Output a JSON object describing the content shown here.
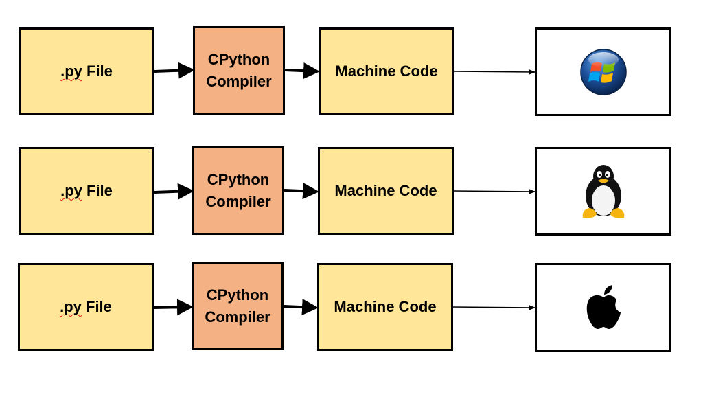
{
  "colors": {
    "file_fill": "#ffe699",
    "compiler_fill": "#f4b183",
    "machine_fill": "#ffe699",
    "os_fill": "#ffffff",
    "border": "#000000"
  },
  "rows": [
    {
      "file": {
        "ext": ".py",
        "label": "File"
      },
      "compiler": {
        "line1": "CPython",
        "line2": "Compiler"
      },
      "machine": "Machine Code",
      "os_icon": "windows-logo-icon"
    },
    {
      "file": {
        "ext": ".py",
        "label": "File"
      },
      "compiler": {
        "line1": "CPython",
        "line2": "Compiler"
      },
      "machine": "Machine Code",
      "os_icon": "linux-tux-icon"
    },
    {
      "file": {
        "ext": ".py",
        "label": "File"
      },
      "compiler": {
        "line1": "CPython",
        "line2": "Compiler"
      },
      "machine": "Machine Code",
      "os_icon": "apple-logo-icon"
    }
  ]
}
